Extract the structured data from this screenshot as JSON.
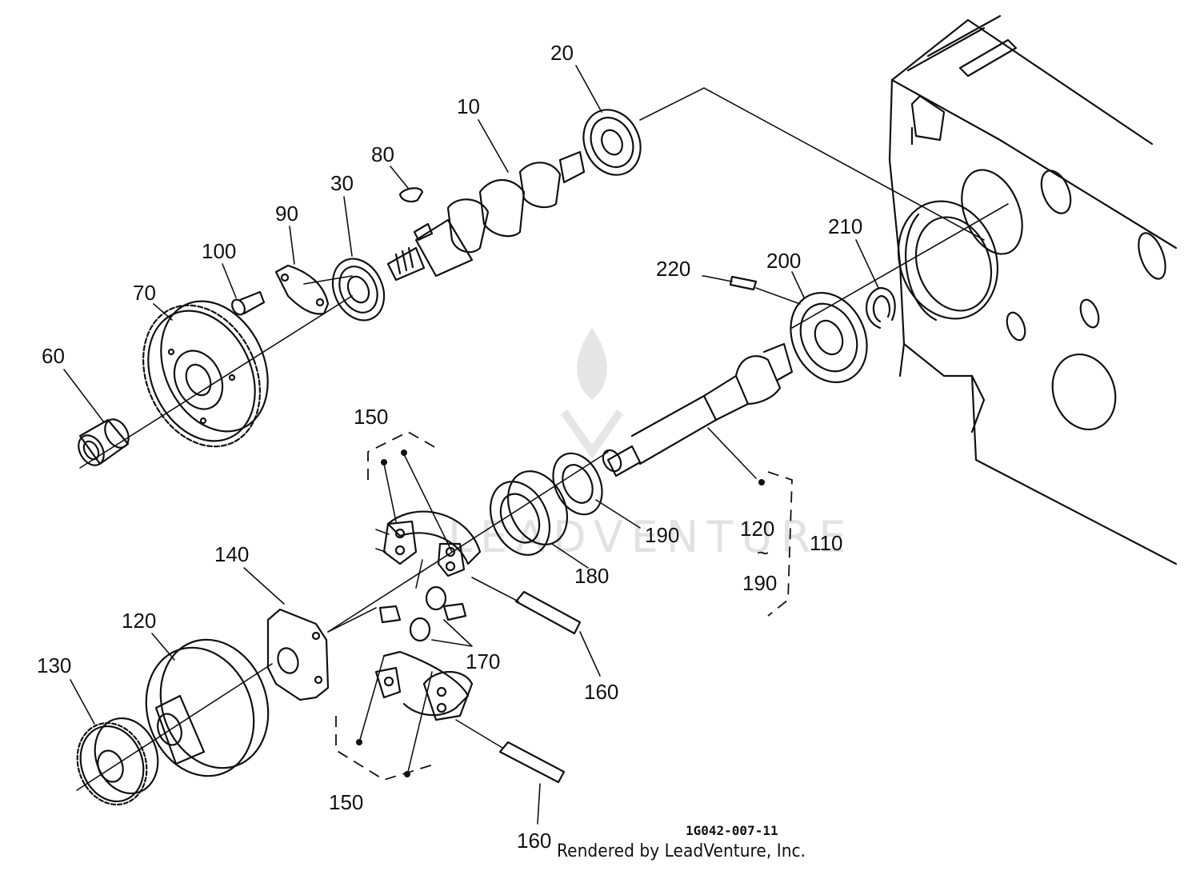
{
  "labels": {
    "p10": "10",
    "p20": "20",
    "p30": "30",
    "p60": "60",
    "p70": "70",
    "p80": "80",
    "p90": "90",
    "p100": "100",
    "p110": "110",
    "p120_a": "120",
    "p120_b": "120",
    "p130": "130",
    "p140": "140",
    "p150_a": "150",
    "p150_b": "150",
    "p160_a": "160",
    "p160_b": "160",
    "p170": "170",
    "p180": "180",
    "p190_a": "190",
    "p190_b": "190",
    "p200": "200",
    "p210": "210",
    "p220": "220",
    "range_tilde": "~"
  },
  "drawing_code": "1G042-007-11",
  "credit": "Rendered by LeadVenture, Inc.",
  "watermark": "LEADVENTURE"
}
